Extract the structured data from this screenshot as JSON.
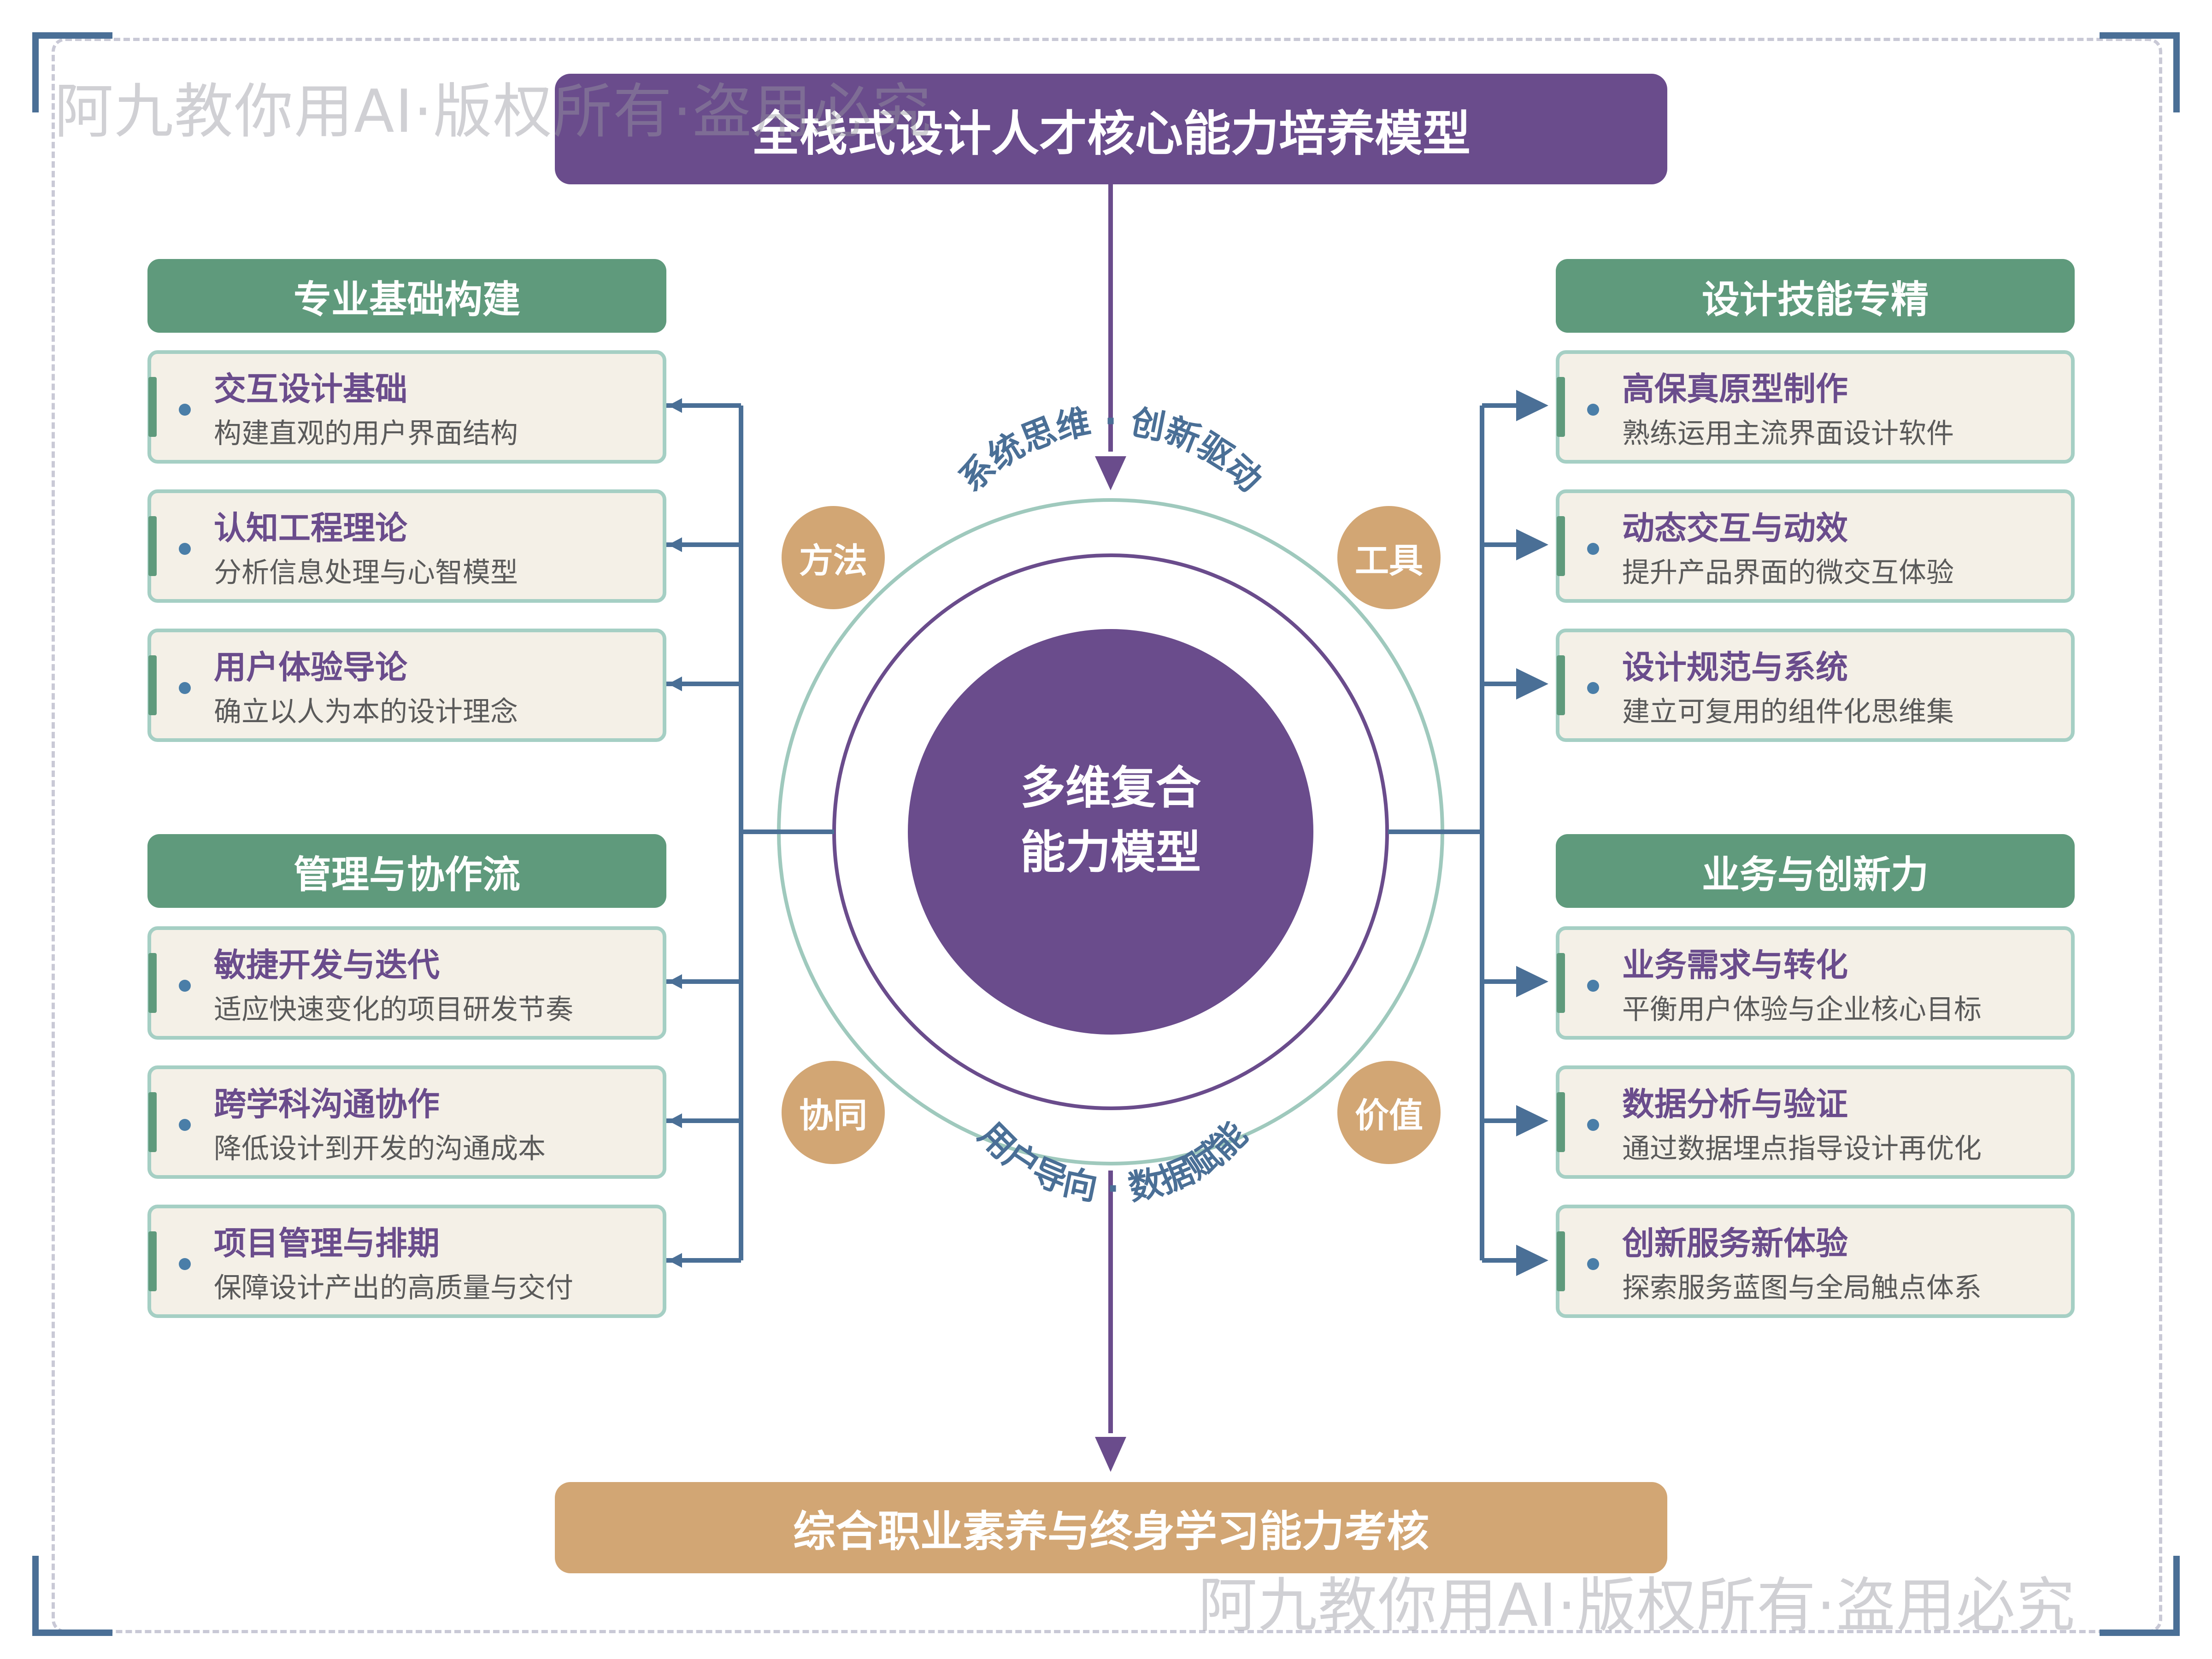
{
  "title": "全栈式设计人才核心能力培养模型",
  "footer": "综合职业素养与终身学习能力考核",
  "center": {
    "line1": "多维复合",
    "line2": "能力模型"
  },
  "ring": {
    "top_text": "系统思维 · 创新驱动",
    "bottom_text": "用户导向 · 数据赋能"
  },
  "badges": {
    "top_left": "方法",
    "top_right": "工具",
    "bottom_left": "协同",
    "bottom_right": "价值"
  },
  "sections": [
    {
      "header": "专业基础构建",
      "items": [
        {
          "title": "交互设计基础",
          "desc": "构建直观的用户界面结构"
        },
        {
          "title": "认知工程理论",
          "desc": "分析信息处理与心智模型"
        },
        {
          "title": "用户体验导论",
          "desc": "确立以人为本的设计理念"
        }
      ]
    },
    {
      "header": "管理与协作流",
      "items": [
        {
          "title": "敏捷开发与迭代",
          "desc": "适应快速变化的项目研发节奏"
        },
        {
          "title": "跨学科沟通协作",
          "desc": "降低设计到开发的沟通成本"
        },
        {
          "title": "项目管理与排期",
          "desc": "保障设计产出的高质量与交付"
        }
      ]
    },
    {
      "header": "设计技能专精",
      "items": [
        {
          "title": "高保真原型制作",
          "desc": "熟练运用主流界面设计软件"
        },
        {
          "title": "动态交互与动效",
          "desc": "提升产品界面的微交互体验"
        },
        {
          "title": "设计规范与系统",
          "desc": "建立可复用的组件化思维集"
        }
      ]
    },
    {
      "header": "业务与创新力",
      "items": [
        {
          "title": "业务需求与转化",
          "desc": "平衡用户体验与企业核心目标"
        },
        {
          "title": "数据分析与验证",
          "desc": "通过数据埋点指导设计再优化"
        },
        {
          "title": "创新服务新体验",
          "desc": "探索服务蓝图与全局触点体系"
        }
      ]
    }
  ],
  "watermark": "阿九教你用AI·版权所有·盗用必究",
  "colors": {
    "purple": "#6a4c8c",
    "green": "#5f9a7c",
    "tan": "#d2a674",
    "blue": "#4a6f96",
    "teal": "#a5cfc4",
    "card_bg": "#f4f0e7"
  }
}
